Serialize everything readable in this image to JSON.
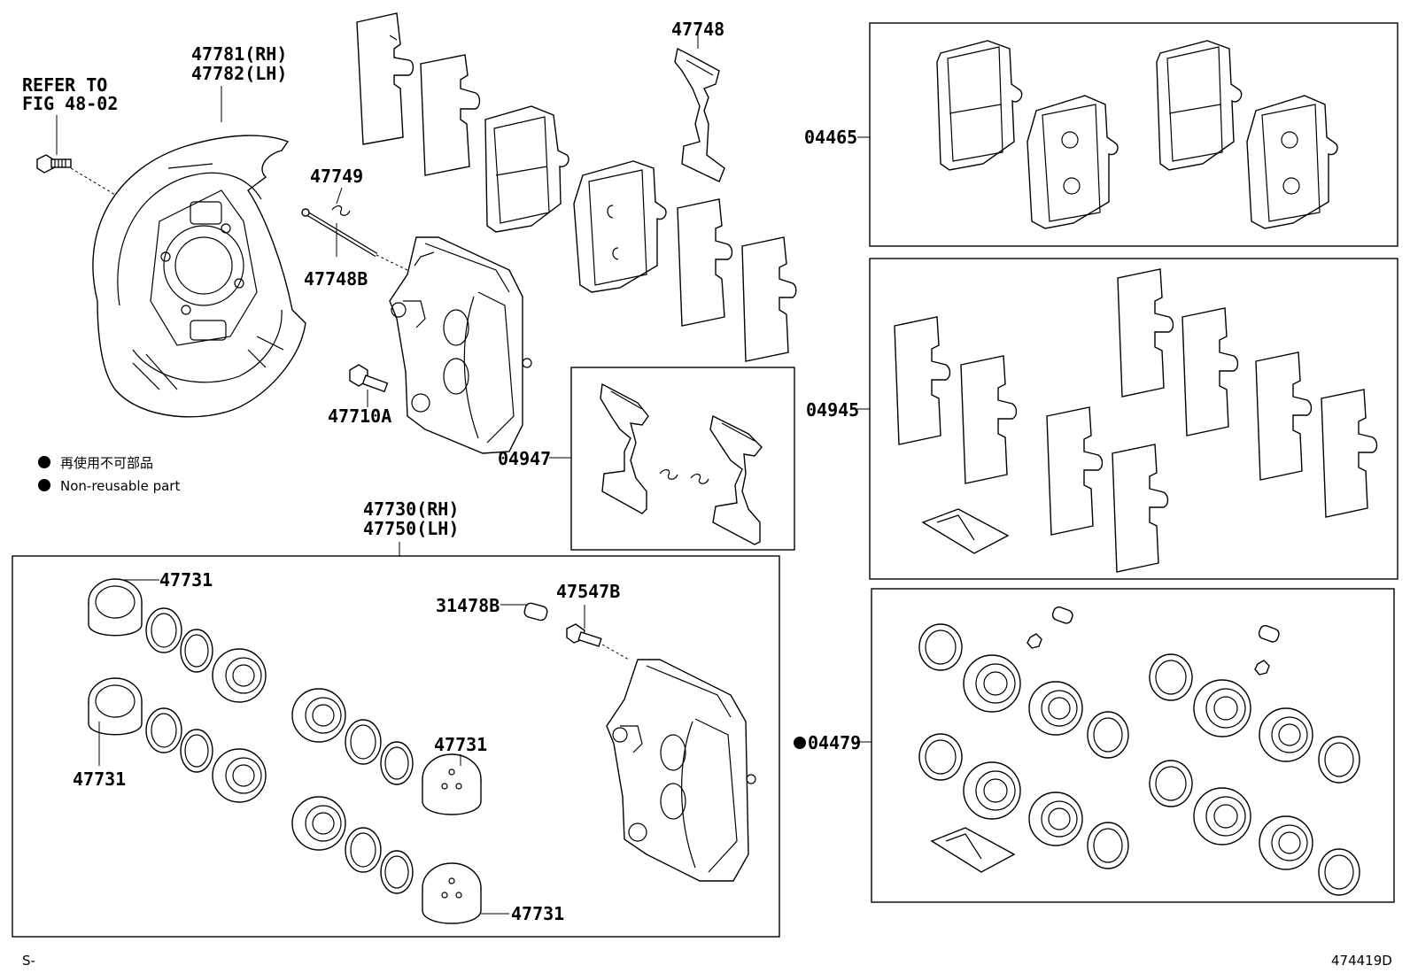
{
  "labels": {
    "refer_line1": "REFER TO",
    "refer_line2": "FIG 48-02",
    "shield_rh": "47781(RH)",
    "shield_lh": "47782(LH)",
    "spring_top": "47748",
    "clip_47749": "47749",
    "pin_47748b": "47748B",
    "bolt_47710a": "47710A",
    "kit_04947": "04947",
    "kit_04465": "04465",
    "kit_04945": "04945",
    "kit_04479": "04479",
    "caliper_rh": "47730(RH)",
    "caliper_lh": "47750(LH)",
    "piston_a": "47731",
    "piston_b": "47731",
    "piston_c": "47731",
    "piston_d": "47731",
    "cap_31478b": "31478B",
    "bleeder_47547b": "47547B"
  },
  "legend": {
    "jp": "再使用不可部品",
    "en": "Non-reusable part"
  },
  "footer": {
    "left": "S-",
    "right": "474419D"
  }
}
